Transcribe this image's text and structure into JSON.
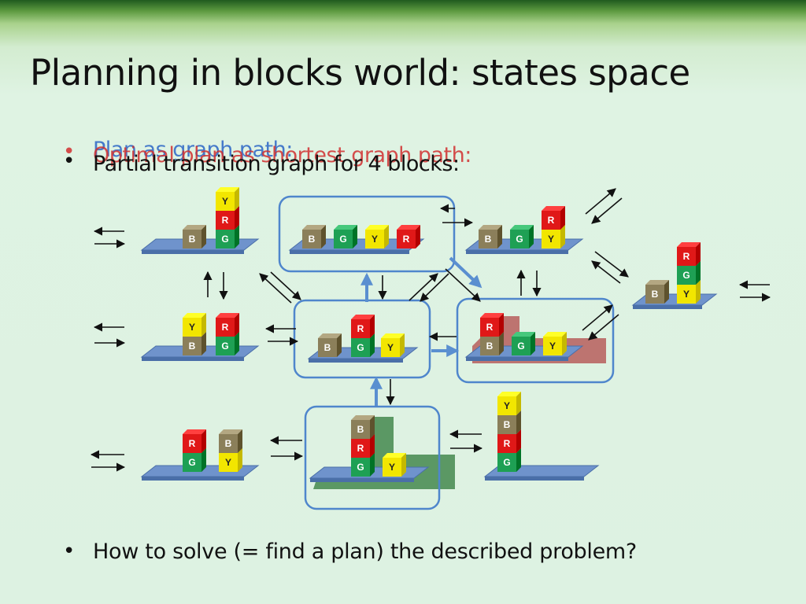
{
  "title": "Planning in blocks world: states space",
  "bullets": {
    "overlay_blue": "Plan as graph path:",
    "overlay_red": "Optimal plan as shortest graph path:",
    "main": "Partial transition graph for 4 blocks:",
    "question": "How to solve (= find a plan) the described problem?"
  },
  "block_letters": {
    "blue": "B",
    "green": "G",
    "yellow": "Y",
    "red": "R"
  },
  "colors": {
    "B": "#8b7f5a",
    "G": "#1ea054",
    "Y": "#f2e600",
    "R": "#e01818",
    "table": "#6f93cc",
    "table_edge": "#4a6fa8",
    "highlight": "#4f86cc",
    "path_shadow": "#b54848"
  },
  "states": [
    {
      "id": "s1",
      "stacks": [
        [
          "B"
        ],
        [
          "G",
          "R",
          "Y"
        ]
      ]
    },
    {
      "id": "s2",
      "stacks": [
        [
          "B"
        ],
        [
          "G"
        ],
        [
          "Y"
        ],
        [
          "R"
        ]
      ]
    },
    {
      "id": "s3",
      "stacks": [
        [
          "B"
        ],
        [
          "G"
        ],
        [
          "Y",
          "R"
        ]
      ]
    },
    {
      "id": "s4",
      "stacks": [
        [
          "Y",
          "G",
          "R"
        ],
        [
          "B"
        ]
      ]
    },
    {
      "id": "s5",
      "stacks": [
        [
          "B",
          "Y"
        ],
        [
          "G",
          "R"
        ]
      ]
    },
    {
      "id": "s6",
      "stacks": [
        [
          "B"
        ],
        [
          "G",
          "R"
        ],
        [
          "Y"
        ]
      ]
    },
    {
      "id": "s7",
      "stacks": [
        [
          "B",
          "R"
        ],
        [
          "G"
        ],
        [
          "Y"
        ]
      ]
    },
    {
      "id": "s8",
      "stacks": [
        [
          "G",
          "R"
        ],
        [
          "Y",
          "B"
        ]
      ]
    },
    {
      "id": "s9",
      "stacks": [
        [
          "G",
          "R",
          "B"
        ],
        [
          "Y"
        ]
      ]
    },
    {
      "id": "s10",
      "stacks": [
        [
          "G",
          "R",
          "B",
          "Y"
        ]
      ]
    }
  ]
}
